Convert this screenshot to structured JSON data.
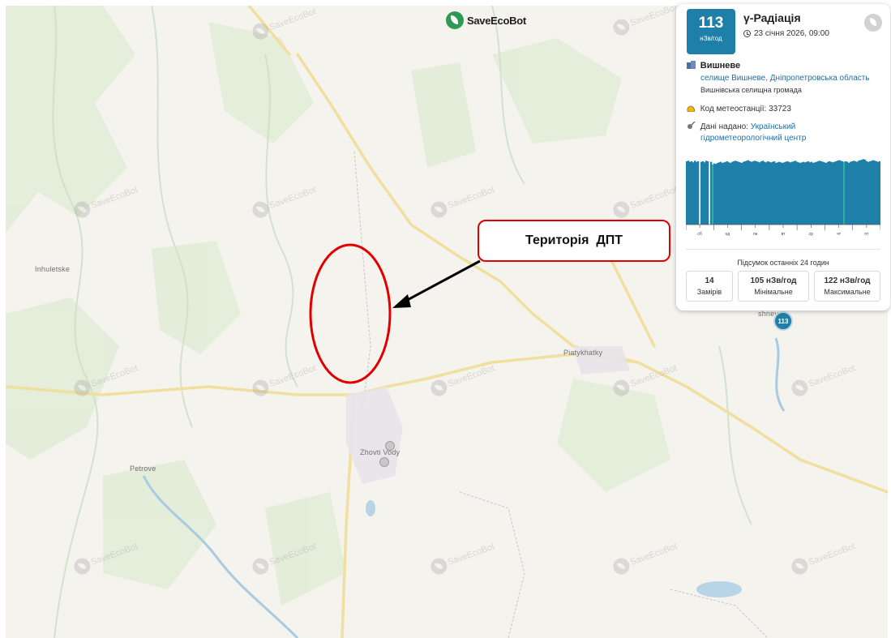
{
  "brand": {
    "name": "SaveEcoBot"
  },
  "watermark": {
    "text": "SaveEcoBot"
  },
  "map": {
    "places": [
      "Inhuletske",
      "Petrove",
      "Zhovti Vody",
      "Piatykhatky",
      "shneve"
    ],
    "marker": {
      "value": "113"
    },
    "annotation": {
      "label": "Територія  ДПТ"
    }
  },
  "panel": {
    "value": "113",
    "unit": "нЗв/год",
    "title": "γ-Радіація",
    "datetime": "23 січня 2026, 09:00",
    "location_name": "Вишневе",
    "location_link": "селище Вишневе, Дніпропетровська область",
    "community": "Вишнівська селищна громада",
    "station_label": "Код метеостанції: 33723",
    "source_prefix": "Дані надано:",
    "source_link_1": "Український",
    "source_link_2": "гідрометеорологічний центр",
    "summary_title": "Підсумок останніх 24 годин",
    "stats": [
      {
        "value": "14",
        "label": "Замірів"
      },
      {
        "value": "105 нЗв/год",
        "label": "Мінімальне"
      },
      {
        "value": "122 нЗв/год",
        "label": "Максимальне"
      }
    ]
  },
  "chart_data": {
    "type": "bar",
    "x_labels": [
      "сб",
      "нд",
      "пн",
      "вт",
      "ср",
      "чт",
      "пт"
    ],
    "ylim": [
      0,
      130
    ],
    "bar_color": "#1e7fa8",
    "highlight_color": "#2eb39a",
    "values": [
      118,
      119,
      117,
      118,
      116,
      119,
      117,
      118,
      0,
      117,
      118,
      116,
      119,
      118,
      0,
      117,
      112,
      114,
      113,
      115,
      116,
      117,
      115,
      116,
      117,
      118,
      116,
      115,
      117,
      118,
      119,
      118,
      117,
      116,
      115,
      117,
      118,
      119,
      120,
      118,
      117,
      118,
      119,
      118,
      117,
      116,
      118,
      119,
      117,
      116,
      118,
      117,
      116,
      117,
      118,
      115,
      116,
      117,
      116,
      115,
      116,
      117,
      118,
      117,
      116,
      117,
      118,
      119,
      117,
      116,
      115,
      116,
      117,
      116,
      117,
      118,
      116,
      117,
      115,
      116,
      117,
      118,
      119,
      118,
      117,
      116,
      115,
      117,
      118,
      117,
      116,
      117,
      118,
      119,
      120,
      119,
      118,
      117,
      118,
      117,
      115,
      117,
      118,
      119,
      118,
      117,
      119,
      120,
      121,
      122,
      121,
      118,
      117,
      118,
      119,
      120,
      119,
      118,
      117,
      118
    ],
    "highlights": [
      16,
      97
    ]
  }
}
